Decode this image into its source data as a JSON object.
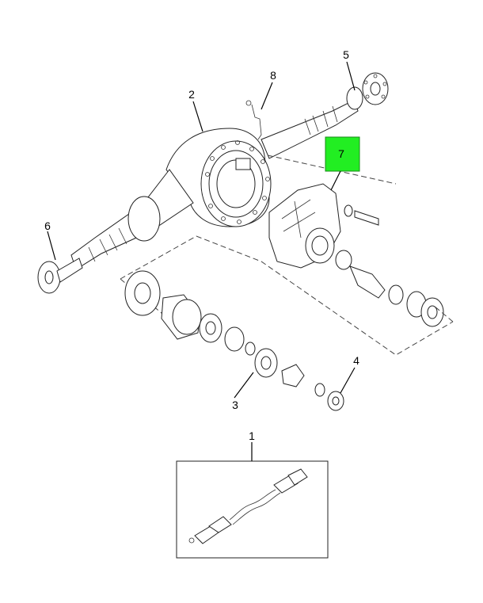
{
  "callouts": [
    {
      "id": "1",
      "label": "1"
    },
    {
      "id": "2",
      "label": "2"
    },
    {
      "id": "3",
      "label": "3"
    },
    {
      "id": "4",
      "label": "4"
    },
    {
      "id": "5",
      "label": "5"
    },
    {
      "id": "6",
      "label": "6"
    },
    {
      "id": "7",
      "label": "7"
    },
    {
      "id": "8",
      "label": "8"
    }
  ],
  "highlight": {
    "color": "#22ee22",
    "callout": "7"
  },
  "colors": {
    "line": "#222222",
    "background": "#ffffff"
  }
}
